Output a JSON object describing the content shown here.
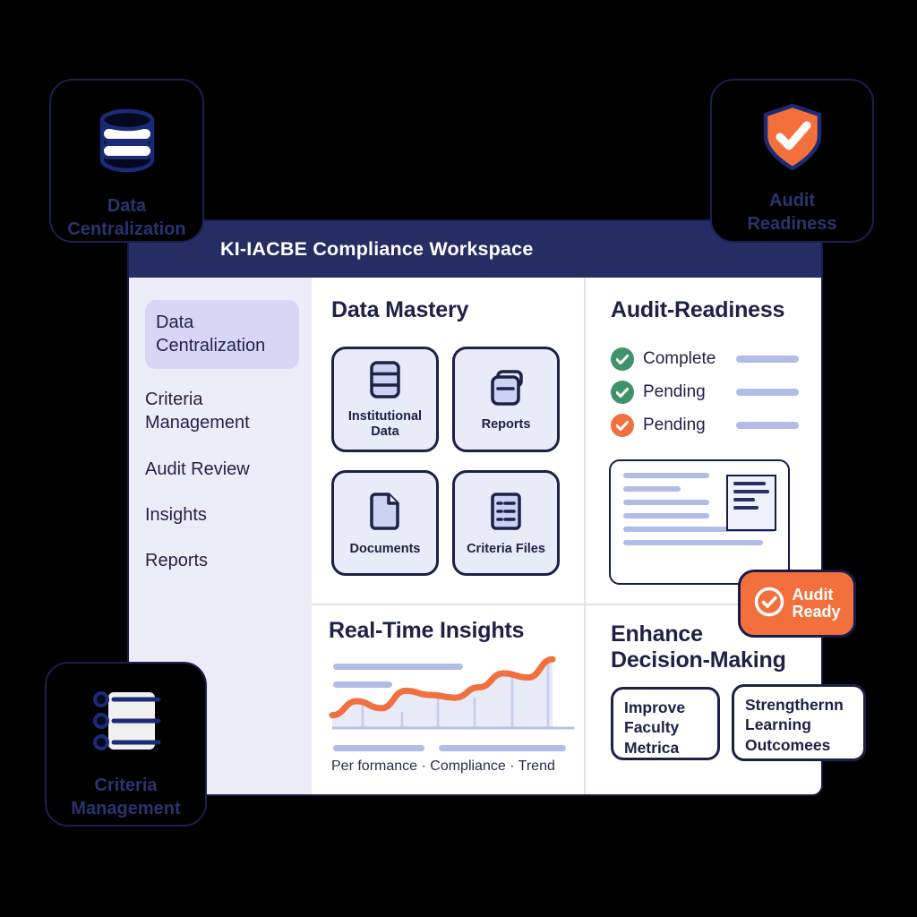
{
  "window": {
    "title": "KI-IACBE Compliance Workspace"
  },
  "sidebar": {
    "items": [
      {
        "label": "Data\nCentralization",
        "active": true
      },
      {
        "label": "Criteria\nManagement",
        "active": false
      },
      {
        "label": "Audit Review",
        "active": false
      },
      {
        "label": "Insights",
        "active": false
      },
      {
        "label": "Reports",
        "active": false
      }
    ]
  },
  "data_mastery": {
    "title": "Data Mastery",
    "tiles": [
      {
        "label": "Institutional\nData",
        "icon": "table-icon"
      },
      {
        "label": "Reports",
        "icon": "report-icon"
      },
      {
        "label": "Documents",
        "icon": "document-icon"
      },
      {
        "label": "Criteria Files",
        "icon": "criteria-list-icon"
      }
    ]
  },
  "audit_readiness": {
    "title": "Audit-Readiness",
    "statuses": [
      {
        "label": "Complete",
        "state": "complete",
        "color": "#3e9468"
      },
      {
        "label": "Pending",
        "state": "complete",
        "color": "#3e9468"
      },
      {
        "label": "Pending",
        "state": "attention",
        "color": "#f0703f"
      }
    ]
  },
  "badge": {
    "label": "Audit\nReady"
  },
  "insights": {
    "title": "Real-Time Insights",
    "caption": "Per formance · Compliance · Trend"
  },
  "decision": {
    "title": "Enhance\nDecision-Making",
    "boxes": [
      {
        "label": "Improve\nFaculty\nMetrica"
      },
      {
        "label": "Strengthernn\nLearning\nOutcomees"
      }
    ]
  },
  "floating_cards": {
    "top_left": {
      "label": "Data\nCentralization",
      "icon": "database-icon"
    },
    "top_right": {
      "label": "Audit\nReadiness",
      "icon": "shield-check-icon"
    },
    "bottom_left": {
      "label": "Criteria\nManagement",
      "icon": "bullet-list-icon"
    }
  },
  "colors": {
    "titlebar": "#262d64",
    "navy": "#1c2145",
    "sidebar_bg": "#edecf9",
    "active_pill": "#d9d6f5",
    "tile_bg": "#e9ebf9",
    "lavender_bar": "#b3bbe7",
    "orange": "#f3703d",
    "green": "#3e9468",
    "chart_line": "#f0703f",
    "chart_area": "#e8eaf7"
  },
  "chart_data": {
    "type": "line",
    "title": "Real-Time Insights",
    "x": [
      0,
      1,
      2,
      3,
      4,
      5,
      6,
      7,
      8,
      9
    ],
    "series": [
      {
        "name": "Trend",
        "values": [
          12,
          32,
          22,
          47,
          41,
          37,
          52,
          72,
          66,
          92
        ]
      }
    ],
    "ylim": [
      0,
      100
    ],
    "grid": "vertical",
    "legend_labels": [
      "Per formance",
      "Compliance",
      "Trend"
    ],
    "line_color": "#f0703f",
    "area_fill": "#e8eaf7"
  }
}
